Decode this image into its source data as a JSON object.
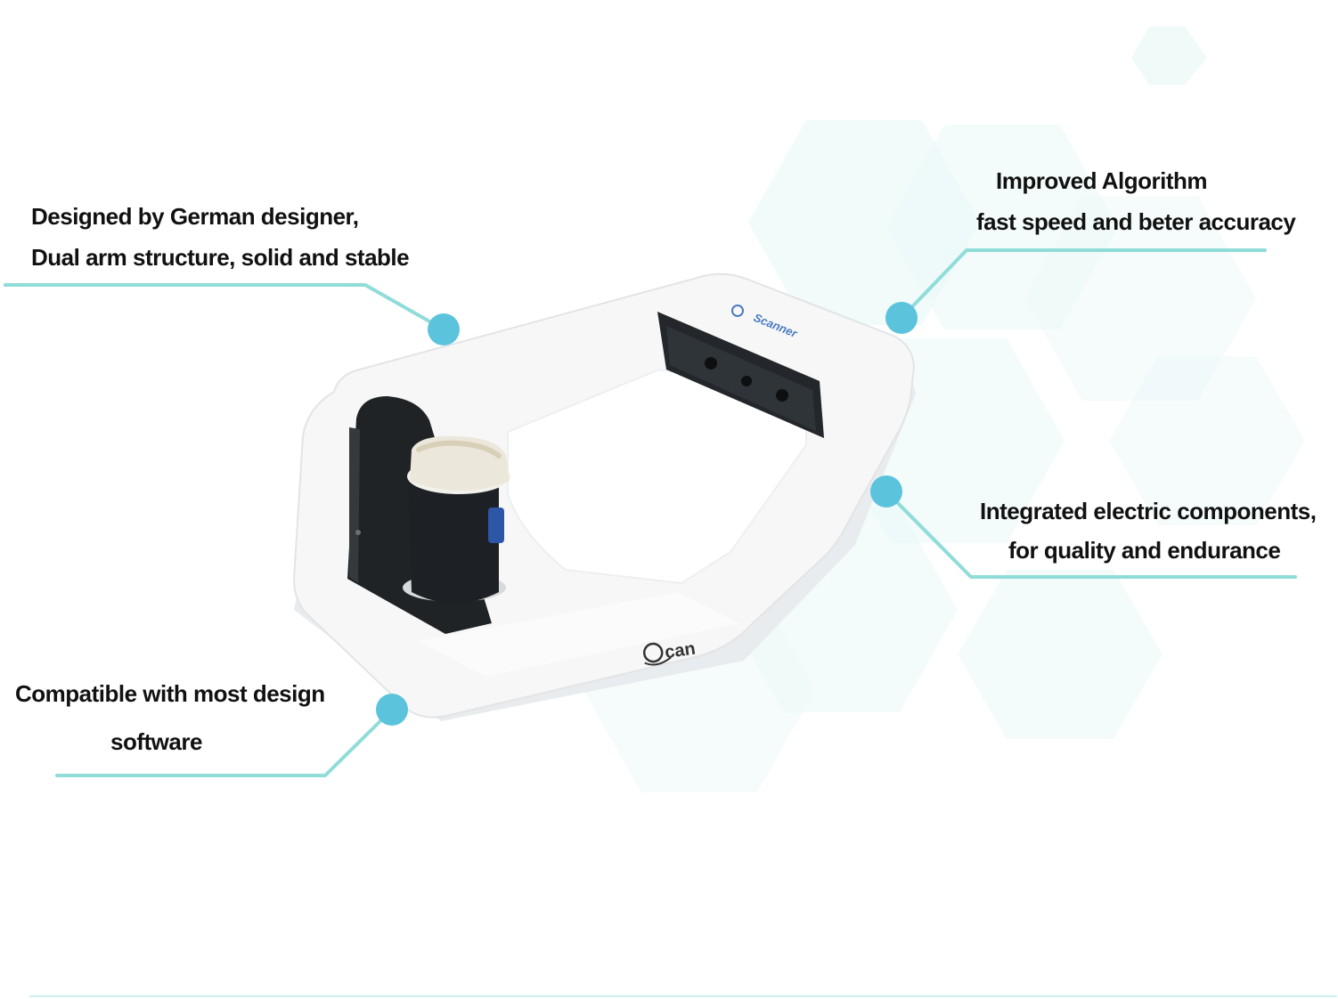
{
  "callouts": {
    "design": {
      "line1": "Designed by German designer,",
      "line2": "Dual arm structure, solid and stable"
    },
    "algorithm": {
      "line1": "Improved Algorithm",
      "line2": "fast speed and beter accuracy"
    },
    "integrated": {
      "line1": "Integrated electric components,",
      "line2": "for quality and endurance"
    },
    "compatible": {
      "line1": "Compatible with most design",
      "line2": "software"
    }
  },
  "product": {
    "front_logo": "can",
    "camera_logo": "Scanner"
  },
  "colors": {
    "accent": "#6fd3d0",
    "dot": "#5cc3dc",
    "hexagon": "#eaf9f8",
    "device_body": "#f6f6f6",
    "device_dark": "#1c1f22"
  }
}
